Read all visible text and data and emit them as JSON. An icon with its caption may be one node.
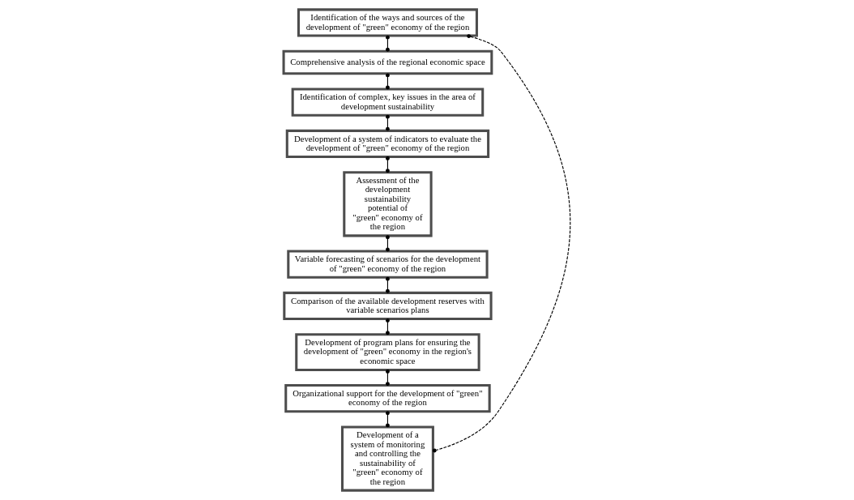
{
  "diagram": {
    "nodes": [
      {
        "text": [
          "Identification of the ways and sources of the development of \"green\" economy of the region"
        ]
      },
      {
        "text": [
          "Comprehensive analysis of the regional economic space"
        ]
      },
      {
        "text": [
          "Identification of complex, key issues in the area of development sustainability"
        ]
      },
      {
        "text": [
          "Assessment of the development sustainability potential of \"green\" economy of the region"
        ]
      },
      {
        "text": [
          "Development of a system of indicators to evaluate the development of \"green\" economy of the region"
        ]
      },
      {
        "text": [
          "Variable forecasting of scenarios for the development of \"green\" economy of the region"
        ]
      },
      {
        "text": [
          "Comparison of the available development reserves with variable scenarios plans"
        ]
      },
      {
        "text": [
          "Development of program plans for ensuring the development of \"green\" economy in the region's economic space"
        ]
      },
      {
        "text": [
          "Organizational support for the development of \"green\" economy of the region"
        ]
      },
      {
        "text": [
          "Development of a system of monitoring and controlling the sustainability of \"green\" economy of the region"
        ]
      }
    ],
    "edges": [
      {
        "from": 0,
        "to": 1,
        "arrow": "other"
      },
      {
        "from": 1,
        "to": 2,
        "arrow": "other"
      },
      {
        "from": 2,
        "to": 4,
        "arrow": "other"
      },
      {
        "from": 4,
        "to": 3,
        "arrow": "other"
      },
      {
        "from": 3,
        "to": 5,
        "arrow": "other"
      },
      {
        "from": 5,
        "to": 6,
        "arrow": "other"
      },
      {
        "from": 6,
        "to": 7,
        "arrow": "other"
      },
      {
        "from": 7,
        "to": 8,
        "arrow": "other"
      },
      {
        "from": 8,
        "to": 9,
        "arrow": "other"
      },
      {
        "from": 0,
        "to": 9,
        "arrow": "other",
        "style": "dashed"
      }
    ]
  }
}
